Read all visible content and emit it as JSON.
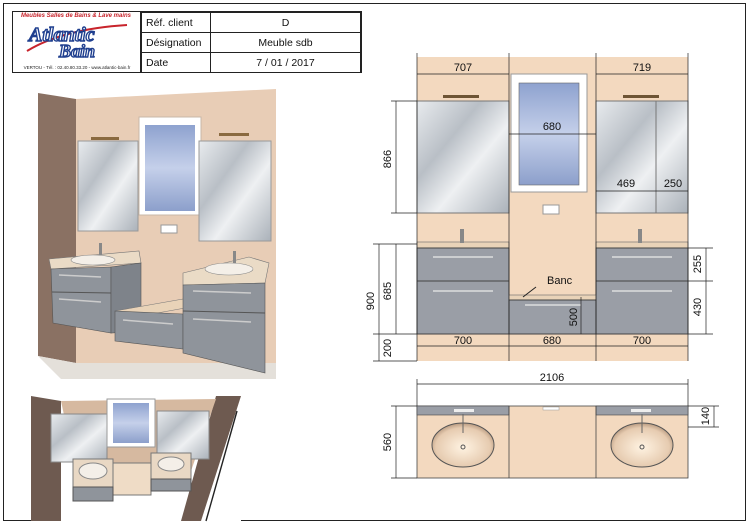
{
  "titleblock": {
    "logo_tagline": "Meubles Salles de Bains & Lave mains",
    "logo_brand_top": "Atlantic",
    "logo_brand_bottom": "Bain",
    "logo_contact": "VERTOU - Tél. : 02.40.80.33.20 - www.atlantic-bain.fr",
    "rows": [
      {
        "label": "Réf. client",
        "value": "D"
      },
      {
        "label": "Désignation",
        "value": "Meuble sdb"
      },
      {
        "label": "Date",
        "value": "7 / 01 / 2017"
      }
    ]
  },
  "elevation": {
    "top_widths": [
      "707",
      "719"
    ],
    "window_width": "680",
    "mirror_height": "866",
    "mirror_split": [
      "469",
      "250"
    ],
    "total_height": "900",
    "cabinet_height": "685",
    "plinth_height": "200",
    "drawer_heights": [
      "255",
      "430"
    ],
    "bench_label": "Banc",
    "bench_height": "500",
    "bottom_widths": [
      "700",
      "680",
      "700"
    ]
  },
  "plan": {
    "total_width": "2106",
    "depth": "560",
    "back_depth": "140"
  },
  "colors": {
    "wall": "#f3d9bf",
    "cabinet": "#9a9ea6",
    "top": "#e9d3b8",
    "line": "#222222"
  }
}
